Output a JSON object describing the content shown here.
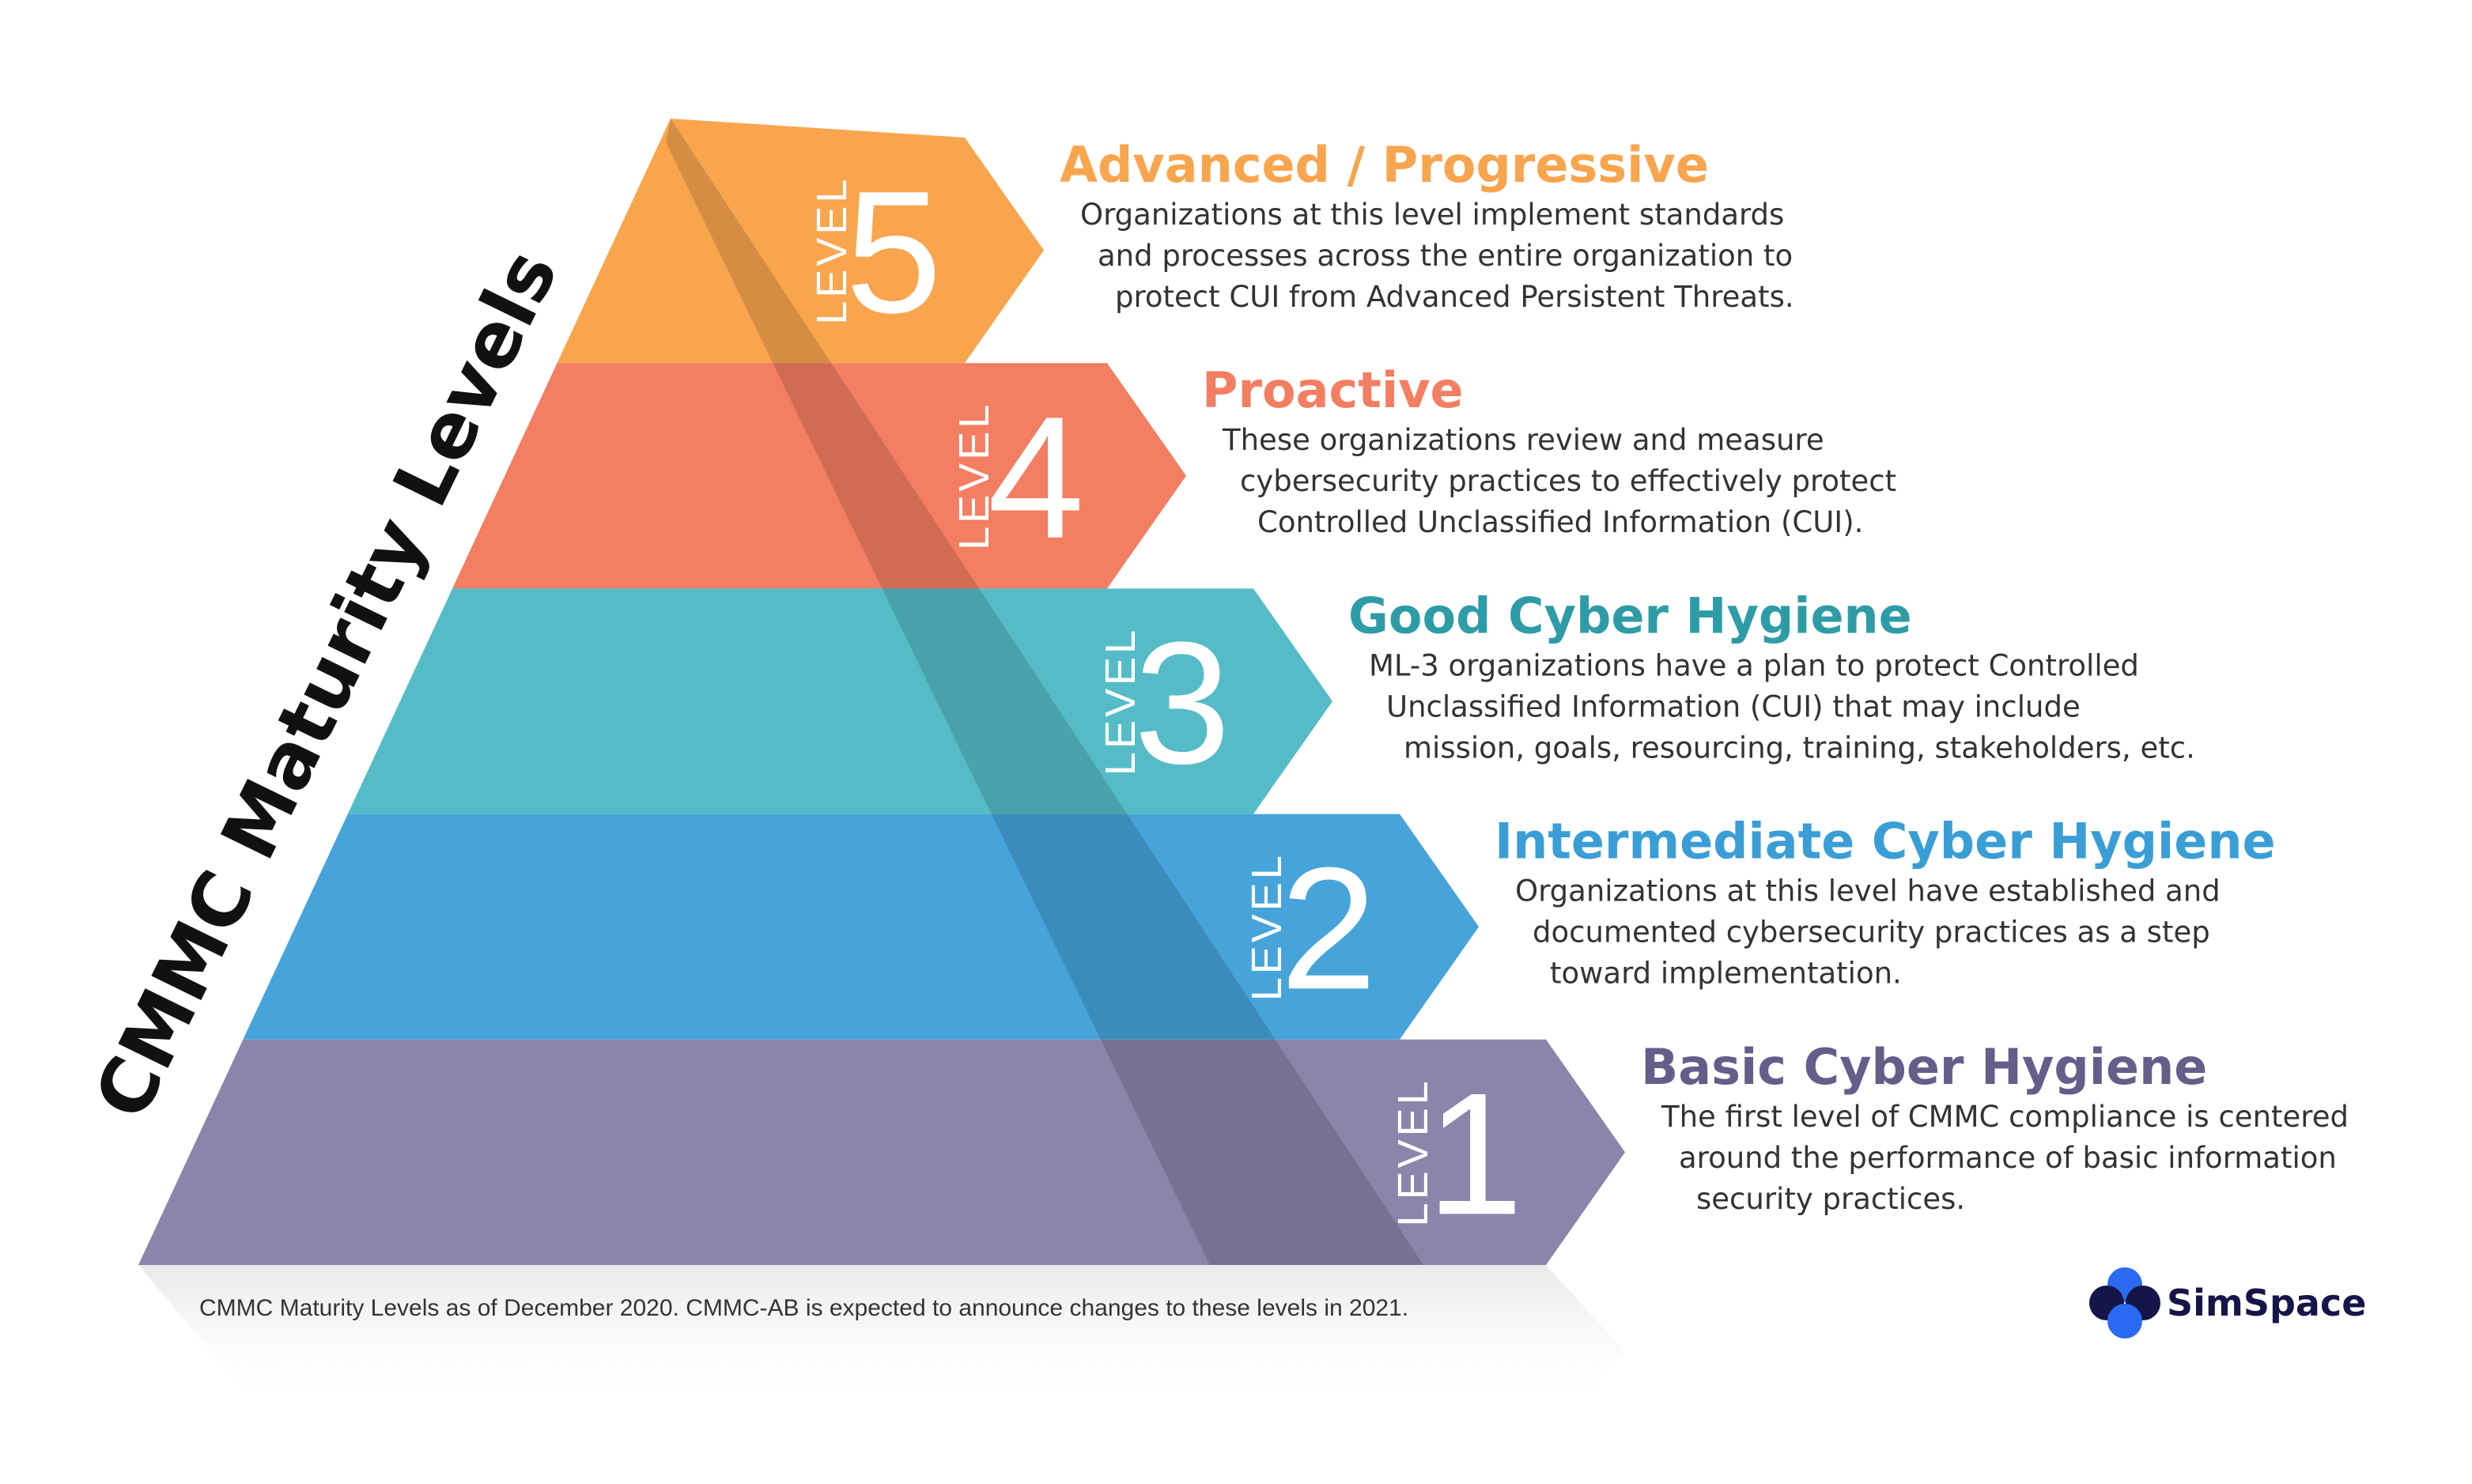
{
  "diagram": {
    "vertical_title": "CMMC Maturity Levels",
    "level_word": "LEVEL",
    "tiers": [
      {
        "number": "5",
        "title": "Advanced / Progressive",
        "color": "#F9A54E",
        "description": [
          "Organizations at this level implement standards",
          "and processes across the entire organization to",
          "protect CUI from Advanced Persistent Threats."
        ]
      },
      {
        "number": "4",
        "title": "Proactive",
        "color": "#F37E62",
        "description": [
          "These organizations review and measure",
          "cybersecurity practices to effectively protect",
          "Controlled Unclassified Information (CUI)."
        ]
      },
      {
        "number": "3",
        "title": "Good Cyber Hygiene",
        "color": "#55BCC7",
        "title_color": "#2E9CA6",
        "description": [
          "ML-3 organizations have a plan to protect Controlled",
          "Unclassified Information (CUI) that may include",
          "mission, goals, resourcing, training, stakeholders, etc."
        ]
      },
      {
        "number": "2",
        "title": "Intermediate Cyber Hygiene",
        "color": "#46A4DA",
        "title_color": "#3A9ED6",
        "description": [
          "Organizations at this level have established and",
          "documented cybersecurity practices as a step",
          "toward implementation."
        ]
      },
      {
        "number": "1",
        "title": "Basic Cyber Hygiene",
        "color": "#8B85AB",
        "title_color": "#655E8A",
        "description": [
          "The first level of CMMC compliance is centered",
          "around the performance of basic information",
          "security practices."
        ]
      }
    ],
    "footnote": "CMMC Maturity Levels as of December 2020. CMMC-AB is expected to announce changes to these levels in 2021.",
    "brand": {
      "name": "SimSpace",
      "logo_icon": "overlapping-circles-icon",
      "colors": [
        "#2A6AF0",
        "#16154A"
      ]
    }
  }
}
